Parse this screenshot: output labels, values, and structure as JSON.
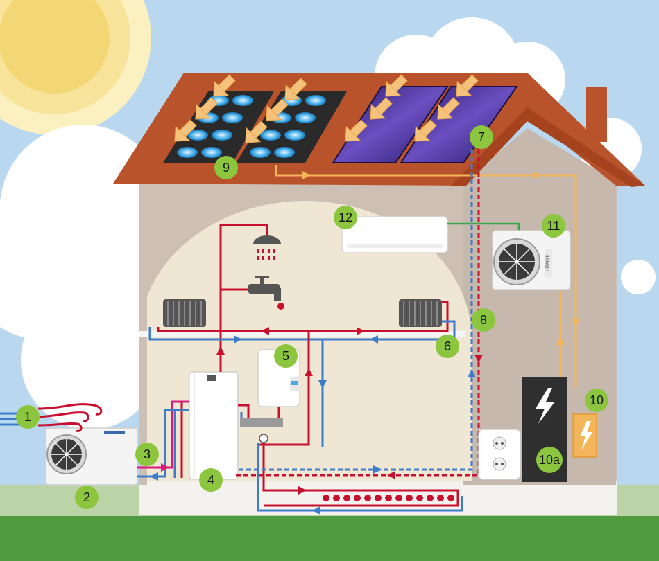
{
  "diagram": {
    "labels": [
      {
        "id": "b1",
        "text": "1"
      },
      {
        "id": "b2",
        "text": "2"
      },
      {
        "id": "b3",
        "text": "3"
      },
      {
        "id": "b4",
        "text": "4"
      },
      {
        "id": "b5",
        "text": "5"
      },
      {
        "id": "b6",
        "text": "6"
      },
      {
        "id": "b7",
        "text": "7"
      },
      {
        "id": "b8",
        "text": "8"
      },
      {
        "id": "b9",
        "text": "9"
      },
      {
        "id": "b10",
        "text": "10"
      },
      {
        "id": "b10a",
        "text": "10a"
      },
      {
        "id": "b11",
        "text": "11"
      },
      {
        "id": "b12",
        "text": "12"
      }
    ],
    "ac_brand": "HITACHI",
    "colors": {
      "sky": "#b9d8ef",
      "sun": "#f7e49a",
      "roof": "#b9532c",
      "wall": "#cdbfb3",
      "interior": "#efe7d3",
      "grass": "#4f9a3e",
      "badge": "#8cc63f",
      "hot_pipe": "#c8102e",
      "cold_pipe": "#3d7cc9",
      "solar_line": "#f2b55a",
      "ac_line": "#3aa54a",
      "refrigerant_pipe": "#d81b7a"
    }
  }
}
